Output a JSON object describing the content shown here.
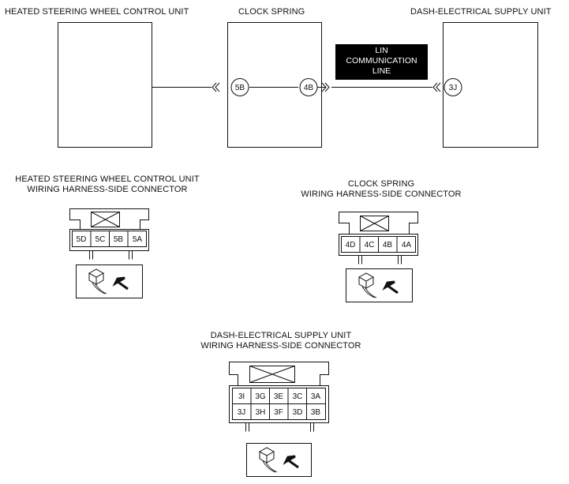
{
  "units": {
    "hswcu": "HEATED STEERING WHEEL CONTROL UNIT",
    "clock_spring": "CLOCK SPRING",
    "desu": "DASH-ELECTRICAL SUPPLY UNIT"
  },
  "wire_terminals": {
    "t5b": "5B",
    "t4b": "4B",
    "t3j": "3J"
  },
  "lin_label": [
    "LIN",
    "COMMUNICATION",
    "LINE"
  ],
  "connectors": {
    "hswcu": {
      "title": [
        "HEATED STEERING WHEEL CONTROL UNIT",
        "WIRING HARNESS-SIDE CONNECTOR"
      ],
      "pins": [
        "5D",
        "5C",
        "5B",
        "5A"
      ]
    },
    "clock_spring": {
      "title": [
        "CLOCK SPRING",
        "WIRING HARNESS-SIDE CONNECTOR"
      ],
      "pins": [
        "4D",
        "4C",
        "4B",
        "4A"
      ]
    },
    "desu": {
      "title": [
        "DASH-ELECTRICAL SUPPLY UNIT",
        "WIRING HARNESS-SIDE CONNECTOR"
      ],
      "pins_row1": [
        "3I",
        "3G",
        "3E",
        "3C",
        "3A"
      ],
      "pins_row2": [
        "3J",
        "3H",
        "3F",
        "3D",
        "3B"
      ]
    }
  },
  "colors": {
    "line": "#111111",
    "lin_box": "#000000",
    "lin_text": "#ffffff"
  }
}
